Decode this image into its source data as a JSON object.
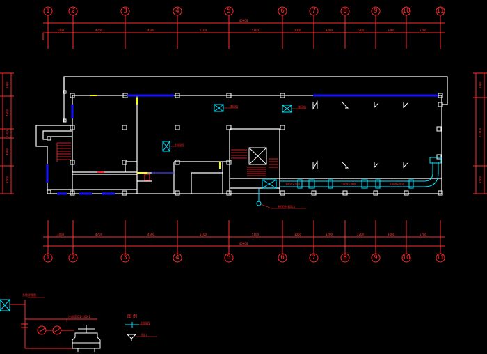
{
  "axes": {
    "top_labels": [
      "1",
      "2",
      "3",
      "4",
      "5",
      "6",
      "7",
      "8",
      "9",
      "10",
      "11"
    ],
    "bottom_labels": [
      "1",
      "2",
      "3",
      "4",
      "5",
      "6",
      "7",
      "8",
      "9",
      "10",
      "11"
    ]
  },
  "dimensions": {
    "top_overall": "40900",
    "top_segments": [
      "3000",
      "4700",
      "4500",
      "5100",
      "5100",
      "3000",
      "3200",
      "3200",
      "3000",
      "1700"
    ],
    "bottom_overall": "40900",
    "bottom_segments": [
      "3000",
      "4700",
      "4500",
      "5100",
      "5100",
      "3000",
      "3200",
      "3200",
      "3000",
      "1700"
    ],
    "left_segments": [
      "2400",
      "4500",
      "2200",
      "4000",
      "3500"
    ],
    "right_segments": [
      "2400",
      "12000",
      "3500"
    ]
  },
  "annotations": {
    "fan_label_1": "排风机",
    "fan_label_2": "排风机",
    "fan_label_3": "排风机",
    "duct_label_1": "1000×400",
    "duct_label_2": "1000×400",
    "duct_label_3": "1000×400",
    "outlet_note": "接室外排风口"
  },
  "legend": {
    "system_title": "系统原理图",
    "pump_label": "冷却塔 DZ-100-1",
    "legend_title": "图 例",
    "item_1": "排风机",
    "item_2": "风口"
  },
  "colors": {
    "background": "#000000",
    "grid": "#ff2a2a",
    "wall": "#ffffff",
    "window": "#1414ff",
    "equipment": "#00e5ff",
    "door_accent": "#ffff00",
    "stair": "#ff2a2a"
  }
}
